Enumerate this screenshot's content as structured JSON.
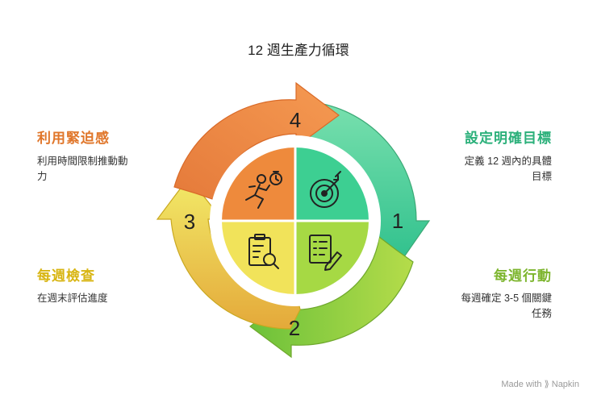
{
  "title": "12 週生產力循環",
  "steps": [
    {
      "number": "1",
      "heading": "設定明確目標",
      "desc_lines": [
        "定義 12 週內的具體",
        "目標"
      ],
      "color": "#2ec08c",
      "icon": "target-icon"
    },
    {
      "number": "2",
      "heading": "每週行動",
      "desc_lines": [
        "每週確定 3-5 個關鍵",
        "任務"
      ],
      "color": "#8cc43a",
      "icon": "checklist-pen-icon"
    },
    {
      "number": "3",
      "heading": "每週檢查",
      "desc_lines": [
        "在週末評估進度"
      ],
      "color": "#d4c11a",
      "icon": "clipboard-search-icon"
    },
    {
      "number": "4",
      "heading": "利用緊迫感",
      "desc_lines": [
        "利用時間限制推動動",
        "力"
      ],
      "color": "#e5812e",
      "icon": "running-timer-icon"
    }
  ],
  "brand": {
    "made_with": "Made with",
    "name": "Napkin"
  }
}
